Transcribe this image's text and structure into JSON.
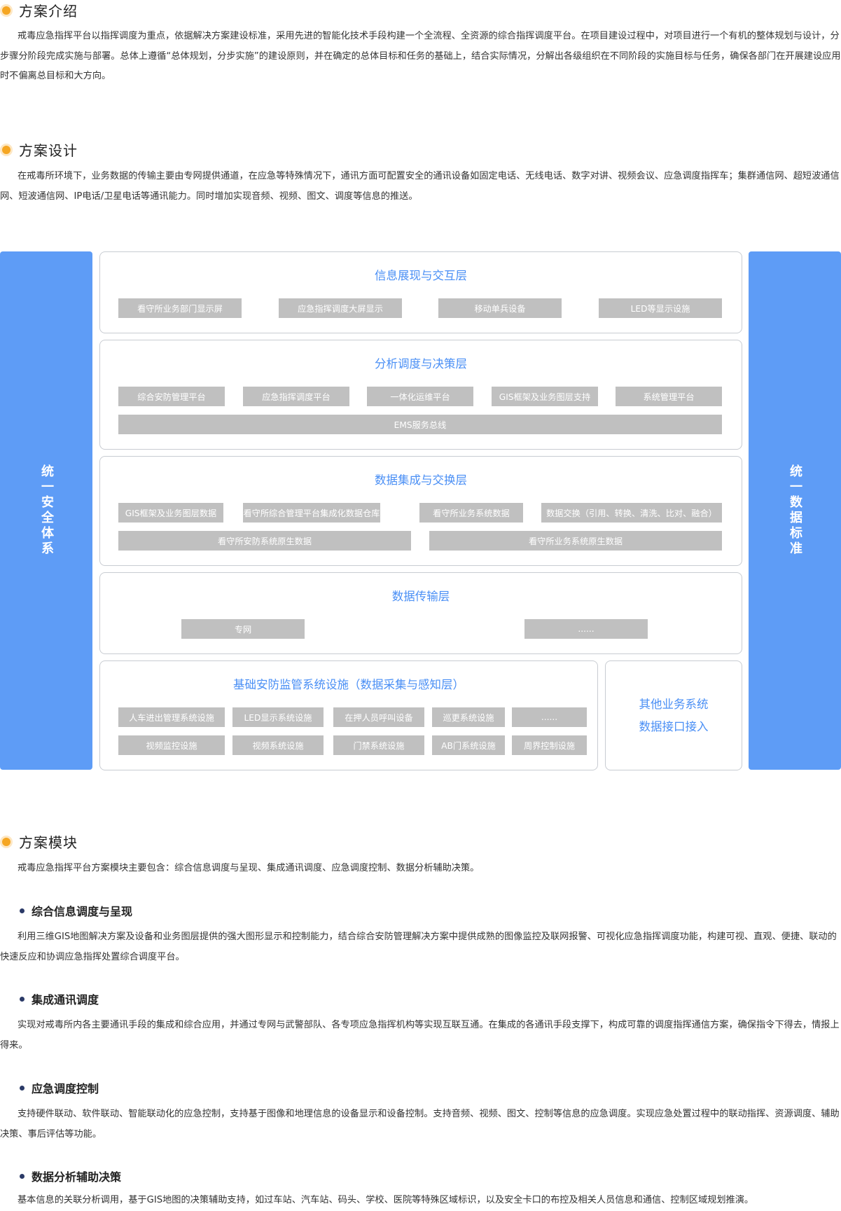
{
  "intro": {
    "title": "方案介绍",
    "text": "戒毒应急指挥平台以指挥调度为重点，依据解决方案建设标准，采用先进的智能化技术手段构建一个全流程、全资源的综合指挥调度平台。在项目建设过程中，对项目进行一个有机的整体规划与设计，分步骤分阶段完成实施与部署。总体上遵循“总体规划，分步实施”的建设原则，并在确定的总体目标和任务的基础上，结合实际情况，分解出各级组织在不同阶段的实施目标与任务，确保各部门在开展建设应用时不偏离总目标和大方向。"
  },
  "design": {
    "title": "方案设计",
    "text": "在戒毒所环境下，业务数据的传输主要由专网提供通道，在应急等特殊情况下，通讯方面可配置安全的通讯设备如固定电话、无线电话、数字对讲、视频会议、应急调度指挥车；集群通信网、超短波通信网、短波通信网、IP电话/卫星电话等通讯能力。同时增加实现音频、视频、图文、调度等信息的推送。"
  },
  "diagram": {
    "left_bar": "统一安全体系",
    "right_bar": "统一数据标准",
    "layer1": {
      "title": "信息展现与交互层",
      "items": [
        "看守所业务部门显示屏",
        "应急指挥调度大屏显示",
        "移动单兵设备",
        "LED等显示设施"
      ]
    },
    "layer2": {
      "title": "分析调度与决策层",
      "items": [
        "综合安防管理平台",
        "应急指挥调度平台",
        "一体化运维平台",
        "GIS框架及业务图层支持",
        "系统管理平台"
      ],
      "bus": "EMS服务总线"
    },
    "layer3": {
      "title": "数据集成与交换层",
      "row1": [
        "GIS框架及业务图层数据",
        "看守所综合管理平台集成化数据仓库",
        "看守所业务系统数据",
        "数据交换（引用、转换、清洗、比对、融合）"
      ],
      "row2": [
        "看守所安防系统原生数据",
        "看守所业务系统原生数据"
      ]
    },
    "layer4": {
      "title": "数据传输层",
      "items": [
        "专网",
        "......"
      ]
    },
    "layer5": {
      "title": "基础安防监管系统设施（数据采集与感知层）",
      "row1": [
        "人车进出管理系统设施",
        "LED显示系统设施",
        "在押人员呼叫设备",
        "巡更系统设施",
        "......"
      ],
      "row2": [
        "视频监控设施",
        "视频系统设施",
        "门禁系统设施",
        "AB门系统设施",
        "周界控制设施"
      ]
    },
    "other": {
      "line1": "其他业务系统",
      "line2": "数据接口接入"
    }
  },
  "modules": {
    "title": "方案模块",
    "intro": "戒毒应急指挥平台方案模块主要包含：综合信息调度与呈现、集成通讯调度、应急调度控制、数据分析辅助决策。",
    "items": [
      {
        "title": "综合信息调度与呈现",
        "text": "利用三维GIS地图解决方案及设备和业务图层提供的强大图形显示和控制能力，结合综合安防管理解决方案中提供成熟的图像监控及联网报警、可视化应急指挥调度功能，构建可视、直观、便捷、联动的快速反应和协调应急指挥处置综合调度平台。"
      },
      {
        "title": "集成通讯调度",
        "text": "实现对戒毒所内各主要通讯手段的集成和综合应用，并通过专网与武警部队、各专项应急指挥机构等实现互联互通。在集成的各通讯手段支撑下，构成可靠的调度指挥通信方案，确保指令下得去，情报上得来。"
      },
      {
        "title": "应急调度控制",
        "text": "支持硬件联动、软件联动、智能联动化的应急控制，支持基于图像和地理信息的设备显示和设备控制。支持音频、视频、图文、控制等信息的应急调度。实现应急处置过程中的联动指挥、资源调度、辅助决策、事后评估等功能。"
      },
      {
        "title": "数据分析辅助决策",
        "text": "基本信息的关联分析调用，基于GIS地图的决策辅助支持，如过车站、汽车站、码头、学校、医院等特殊区域标识，以及安全卡口的布控及相关人员信息和通信、控制区域规划推演。"
      }
    ]
  }
}
